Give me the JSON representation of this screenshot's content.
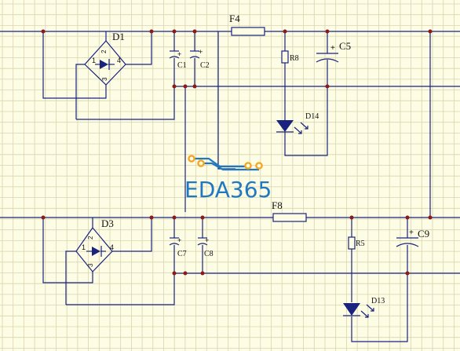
{
  "labels": {
    "d1": "D1",
    "d3": "D3",
    "f4": "F4",
    "f8": "F8",
    "c1": "C1",
    "c2": "C2",
    "c5": "C5",
    "c7": "C7",
    "c8": "C8",
    "c9": "C9",
    "r8": "R8",
    "r5": "R5",
    "d14": "D14",
    "d13": "D13",
    "plus": "+",
    "pin1": "1",
    "pin2": "2",
    "pin3": "3",
    "pin4": "4"
  },
  "watermark": {
    "text": "EDA365"
  },
  "colors": {
    "background": "#fdfce4",
    "grid": "#d9d5ae",
    "wire": "#1a237e",
    "junction": "#8b1a1a",
    "watermark_text": "#1f78c1",
    "watermark_pads": "#f5a623"
  }
}
